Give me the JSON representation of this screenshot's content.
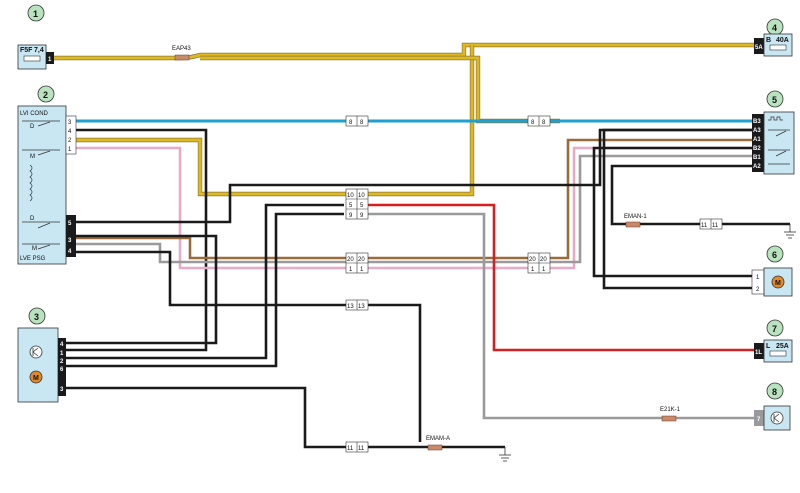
{
  "components": {
    "c1": {
      "num": "1",
      "fuse_text": "F5F",
      "rating": "7,4",
      "pin": "1"
    },
    "c2": {
      "num": "2",
      "top_label": "LVI COND",
      "bottom_label": "LVE PSG",
      "pins": [
        "3",
        "4",
        "2",
        "1",
        "5",
        "3",
        "4"
      ],
      "sym_d1": "D",
      "sym_m1": "M",
      "sym_d2": "D",
      "sym_m2": "M"
    },
    "c3": {
      "num": "3",
      "pins": [
        "4",
        "1",
        "2",
        "6",
        "3"
      ]
    },
    "c4": {
      "num": "4",
      "pin": "5A",
      "letter": "B",
      "rating": "40A"
    },
    "c5": {
      "num": "5",
      "pins": [
        "B3",
        "A3",
        "A1",
        "B2",
        "B1",
        "A2"
      ]
    },
    "c6": {
      "num": "6",
      "pins": [
        "1",
        "2"
      ]
    },
    "c7": {
      "num": "7",
      "pin": "1L",
      "letter": "L",
      "rating": "25A"
    },
    "c8": {
      "num": "8",
      "pin": "7"
    }
  },
  "splices": {
    "eap43": "EAP43",
    "eman1": "EMAN-1",
    "e21k1": "E21K-1",
    "emama": "EMAM-A"
  },
  "connectors": {
    "c88a": [
      "8",
      "8"
    ],
    "c88b": [
      "8",
      "8"
    ],
    "c1010": [
      "10",
      "10"
    ],
    "c55": [
      "5",
      "5"
    ],
    "c99": [
      "9",
      "9"
    ],
    "c2020a": [
      "20",
      "20"
    ],
    "c11a": [
      "1",
      "1"
    ],
    "c2020b": [
      "20",
      "20"
    ],
    "c11b": [
      "1",
      "1"
    ],
    "c1313": [
      "13",
      "13"
    ],
    "c1111a": [
      "11",
      "11"
    ],
    "c1111b": [
      "11",
      "11"
    ]
  },
  "colors": {
    "yellow": "#e0b820",
    "blue": "#1ea0d0",
    "black": "#1a1a1a",
    "grey": "#9a9a9a",
    "pink": "#e8aac8",
    "brown": "#9a6a3a",
    "red": "#d42020",
    "panel": "#c9e6f3",
    "badge": "#b9e3bf"
  },
  "icons": {
    "motor": "motor-icon",
    "relay": "relay-coil-icon",
    "ground": "ground-icon",
    "fuse": "fuse-icon"
  }
}
